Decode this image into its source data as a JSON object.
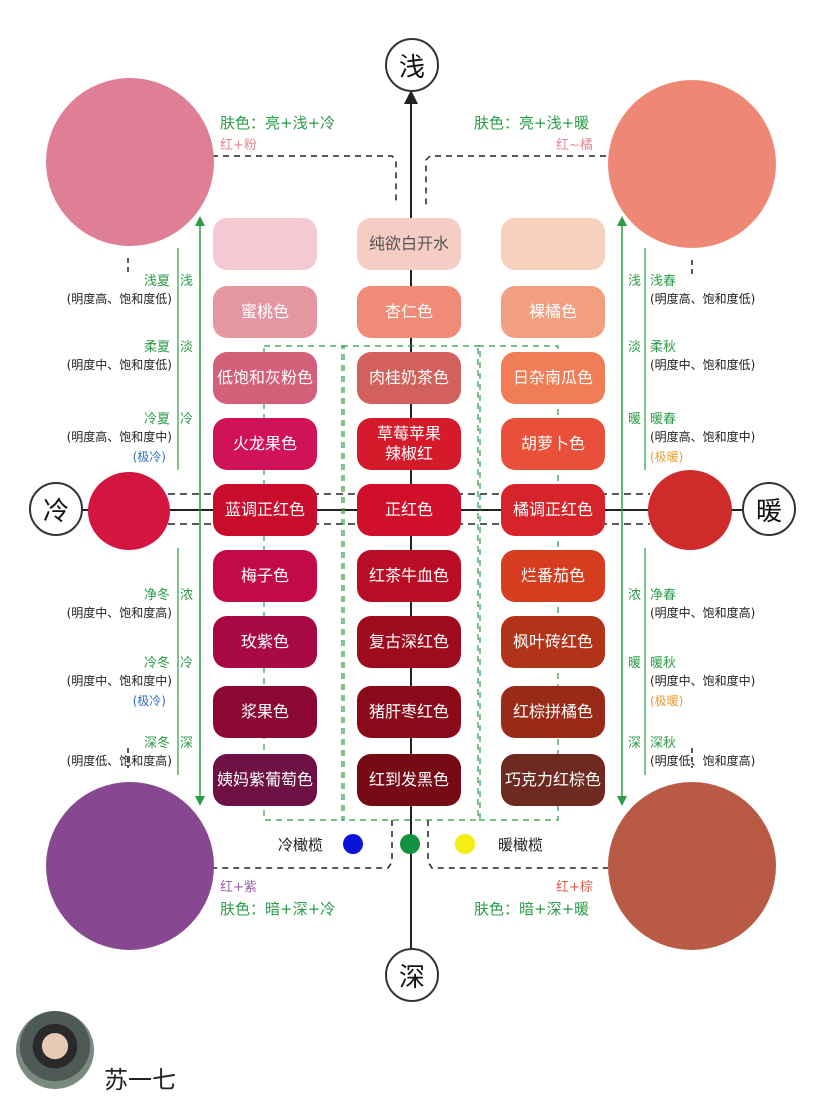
{
  "axes": {
    "top": "浅",
    "bottom": "深",
    "left": "冷",
    "right": "暖"
  },
  "corners": {
    "top_left": {
      "title": "肤色：亮+浅+冷",
      "sub": "红+粉",
      "color": "#de7f95"
    },
    "top_right": {
      "title": "肤色：亮+浅+暖",
      "sub": "红~橘",
      "color": "#ee8775"
    },
    "bottom_left": {
      "title": "肤色：暗+深+冷",
      "sub": "红+紫",
      "color": "#874891"
    },
    "bottom_right": {
      "title": "肤色：暗+深+暖",
      "sub": "红+棕",
      "color": "#b95a44"
    }
  },
  "mid_swatches": {
    "left_color": "#d3153f",
    "right_color": "#cf2b2a"
  },
  "swatches": {
    "cool": [
      {
        "label": "",
        "color": "#f4c9d3"
      },
      {
        "label": "蜜桃色",
        "color": "#e4979e"
      },
      {
        "label": "低饱和灰粉色",
        "color": "#d35f79"
      },
      {
        "label": "火龙果色",
        "color": "#d21258"
      },
      {
        "label": "蓝调正红色",
        "color": "#c90b2c"
      },
      {
        "label": "梅子色",
        "color": "#c30a48"
      },
      {
        "label": "玫紫色",
        "color": "#a70a45"
      },
      {
        "label": "浆果色",
        "color": "#8b0832"
      },
      {
        "label": "姨妈紫葡萄色",
        "color": "#6e1043"
      }
    ],
    "neutral": [
      {
        "label": "纯欲白开水",
        "color": "#f6cdc5"
      },
      {
        "label": "杏仁色",
        "color": "#f08b78"
      },
      {
        "label": "肉桂奶茶色",
        "color": "#d2615b"
      },
      {
        "label": "草莓苹果\n辣椒红",
        "color": "#d51a2c"
      },
      {
        "label": "正红色",
        "color": "#d0102a"
      },
      {
        "label": "红茶牛血色",
        "color": "#b90d25"
      },
      {
        "label": "复古深红色",
        "color": "#9e0b1f"
      },
      {
        "label": "猪肝枣红色",
        "color": "#8a0a1a"
      },
      {
        "label": "红到发黑色",
        "color": "#760b16"
      }
    ],
    "warm": [
      {
        "label": "",
        "color": "#f9d2bf"
      },
      {
        "label": "裸橘色",
        "color": "#f29f7f"
      },
      {
        "label": "日杂南瓜色",
        "color": "#f07d55"
      },
      {
        "label": "胡萝卜色",
        "color": "#e9503a"
      },
      {
        "label": "橘调正红色",
        "color": "#d7242a"
      },
      {
        "label": "烂番茄色",
        "color": "#d63d1f"
      },
      {
        "label": "枫叶砖红色",
        "color": "#b23418"
      },
      {
        "label": "红棕拼橘色",
        "color": "#9a2a18"
      },
      {
        "label": "巧克力红棕色",
        "color": "#6e2a20"
      }
    ]
  },
  "left_seasons": [
    {
      "name": "浅夏",
      "desc": "(明度高、饱和度低)",
      "extra": ""
    },
    {
      "name": "柔夏",
      "desc": "(明度中、饱和度低)",
      "extra": ""
    },
    {
      "name": "冷夏",
      "desc": "(明度高、饱和度中)",
      "extra": "(极冷)"
    },
    {
      "name": "净冬",
      "desc": "(明度中、饱和度高)",
      "extra": ""
    },
    {
      "name": "冷冬",
      "desc": "(明度中、饱和度中)",
      "extra": "(极冷)"
    },
    {
      "name": "深冬",
      "desc": "(明度低、饱和度高)",
      "extra": ""
    }
  ],
  "right_seasons": [
    {
      "name": "浅春",
      "desc": "(明度高、饱和度低)",
      "extra": ""
    },
    {
      "name": "柔秋",
      "desc": "(明度中、饱和度低)",
      "extra": ""
    },
    {
      "name": "暖春",
      "desc": "(明度高、饱和度中)",
      "extra": "(极暖)"
    },
    {
      "name": "净春",
      "desc": "(明度中、饱和度高)",
      "extra": ""
    },
    {
      "name": "暖秋",
      "desc": "(明度中、饱和度中)",
      "extra": "(极暖)"
    },
    {
      "name": "深秋",
      "desc": "(明度低、饱和度高)",
      "extra": ""
    }
  ],
  "scale_ticks": [
    "浅",
    "淡",
    "冷",
    "浓",
    "冷",
    "深"
  ],
  "scale_ticks_right": [
    "浅",
    "淡",
    "暖",
    "浓",
    "暖",
    "深"
  ],
  "olive": {
    "cool_label": "冷橄榄",
    "warm_label": "暖橄榄",
    "cool_color": "#0a13d8",
    "neutral_color": "#12913f",
    "warm_color": "#f6ee12"
  },
  "colors": {
    "green": "#2b9b48",
    "cool_extreme": "#2f6fbf",
    "warm_extreme": "#e8a030"
  },
  "author": {
    "name": "苏一七"
  }
}
